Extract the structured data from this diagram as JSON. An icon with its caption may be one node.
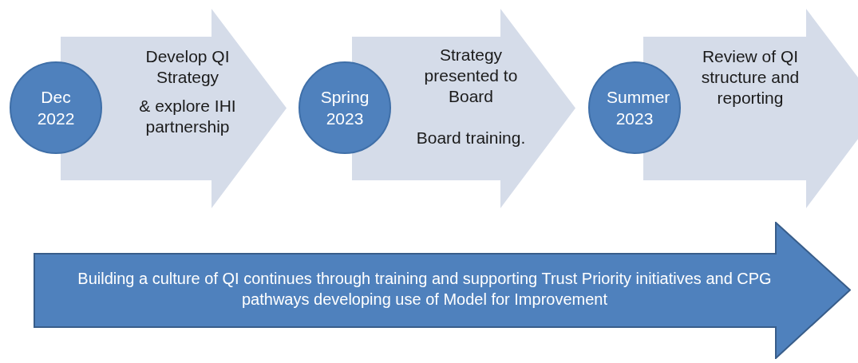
{
  "diagram": {
    "nodes": [
      {
        "text": [
          "Dec 2022"
        ]
      },
      {
        "text": [
          "Develop QI Strategy",
          "& explore IHI partnership"
        ]
      },
      {
        "text": [
          "Spring 2023"
        ]
      },
      {
        "text": [
          "Strategy presented to Board",
          "Board training."
        ]
      },
      {
        "text": [
          "Summer 2023"
        ]
      },
      {
        "text": [
          "Review of QI structure and reporting"
        ]
      },
      {
        "text": [
          "Building a culture of QI continues through training and supporting Trust Priority initiatives  and CPG pathways developing use of Model for Improvement"
        ]
      }
    ]
  }
}
